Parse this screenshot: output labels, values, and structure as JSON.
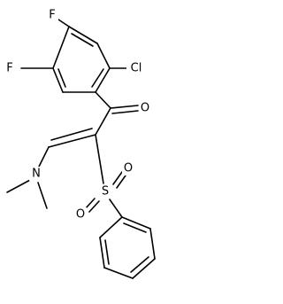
{
  "structure": {
    "atoms": {
      "fluorine_top": "F",
      "fluorine_left": "F",
      "chlorine": "Cl",
      "carbonyl_oxygen": "O",
      "nitrogen": "N",
      "sulfur": "S",
      "sulfonyl_oxygen_left": "O",
      "sulfonyl_oxygen_right": "O"
    }
  }
}
